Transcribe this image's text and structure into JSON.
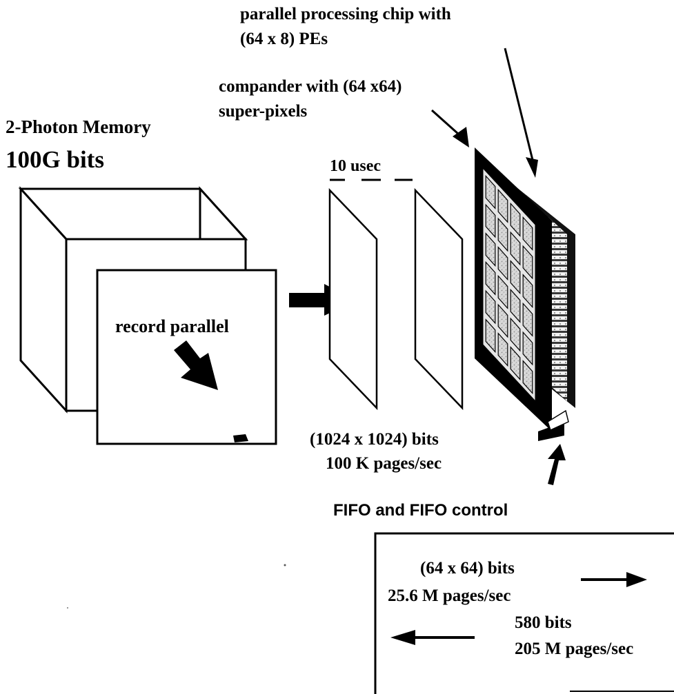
{
  "labels": {
    "chip_line1": "parallel processing chip with",
    "chip_line2": "(64 x 8)  PEs",
    "compander_line1": "compander with (64 x64)",
    "compander_line2": "super-pixels",
    "memory_title": "2-Photon Memory",
    "memory_capacity": "100G bits",
    "timing": "10 usec",
    "record": "record parallel",
    "page_size": "(1024 x 1024) bits",
    "page_rate": "100 K pages/sec",
    "fifo": "FIFO and FIFO control"
  },
  "box": {
    "superpixel_bits": "(64 x 64) bits",
    "superpixel_rate": "25.6 M pages/sec",
    "output_bits": "580 bits",
    "output_rate": "205 M pages/sec"
  }
}
